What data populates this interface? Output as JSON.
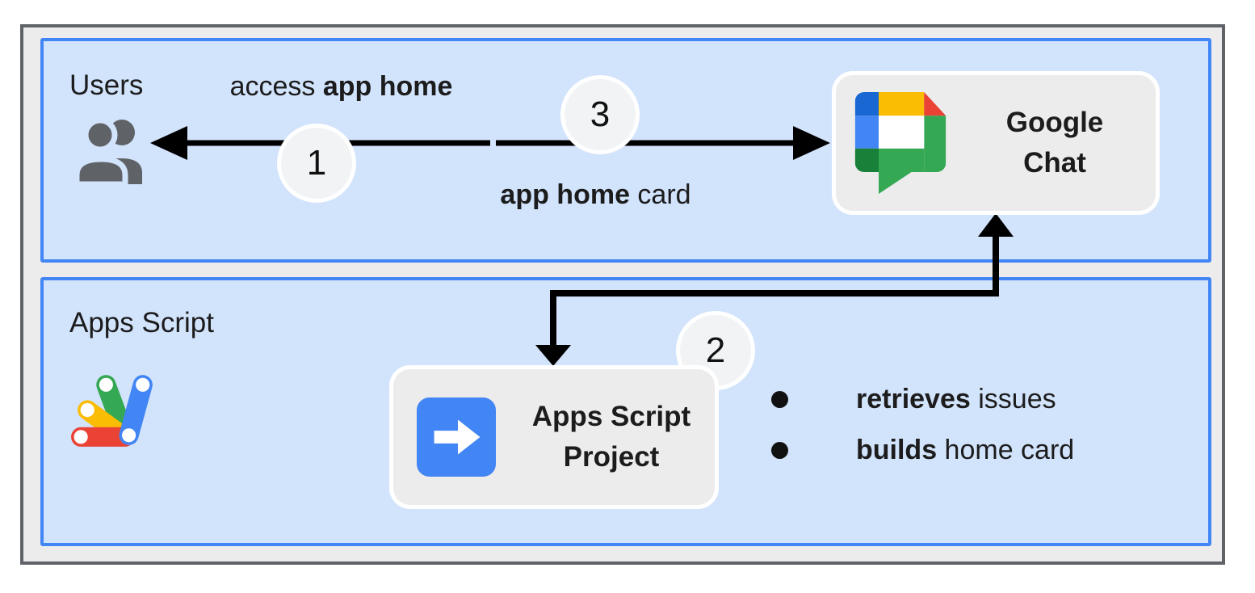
{
  "diagram": {
    "panels": {
      "users": {
        "label": "Users"
      },
      "apps_script": {
        "label": "Apps Script"
      }
    },
    "nodes": {
      "google_chat": {
        "line1": "Google",
        "line2": "Chat"
      },
      "apps_script_project": {
        "line1": "Apps Script",
        "line2": "Project"
      }
    },
    "steps": {
      "s1": "1",
      "s2": "2",
      "s3": "3"
    },
    "edge_labels": {
      "access": {
        "regular": "access ",
        "bold": "app home"
      },
      "card": {
        "bold": "app home",
        "regular": " card"
      }
    },
    "bullets": [
      {
        "bold": "retrieves",
        "rest": " issues"
      },
      {
        "bold": "builds",
        "rest": " home card"
      }
    ],
    "icons": {
      "users": "two-people-silhouette",
      "google_chat": "google-chat-logo",
      "apps_script": "apps-script-logo",
      "project_arrow": "right-arrow-in-blue-square"
    },
    "colors": {
      "panel_fill": "#d2e3fc",
      "panel_border": "#4285f4",
      "frame_fill": "#ececec",
      "frame_border": "#5f6368",
      "node_fill": "#ececec",
      "circle_fill": "#f1f3f4",
      "arrow": "#000000",
      "google_blue": "#4285f4",
      "google_dark_blue": "#1967d2",
      "google_yellow": "#fbbc04",
      "google_red": "#ea4335",
      "google_green": "#34a853",
      "google_dark_green": "#188038",
      "users_icon": "#5f6368"
    }
  }
}
